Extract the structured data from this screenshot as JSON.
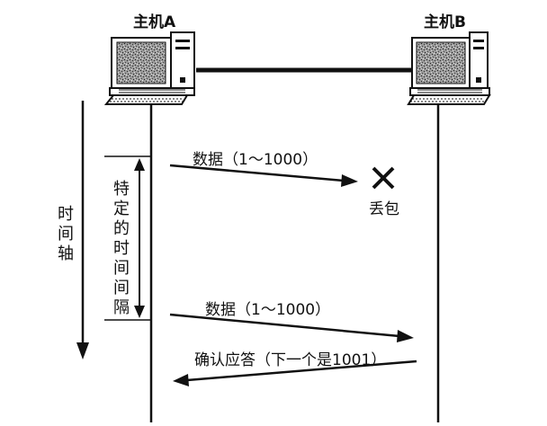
{
  "hosts": {
    "a": {
      "label": "主机A"
    },
    "b": {
      "label": "主机B"
    }
  },
  "labels": {
    "time_axis": "时间轴",
    "interval": "特定的时间间隔",
    "lost": "丢包",
    "msg1": "数据（1～1000）",
    "msg2": "数据（1～1000）",
    "ack": "确认应答（下一个是1001）"
  },
  "icons": {
    "host_a": "desktop-computer-icon",
    "host_b": "desktop-computer-icon",
    "lost_mark": "x-mark-icon"
  }
}
